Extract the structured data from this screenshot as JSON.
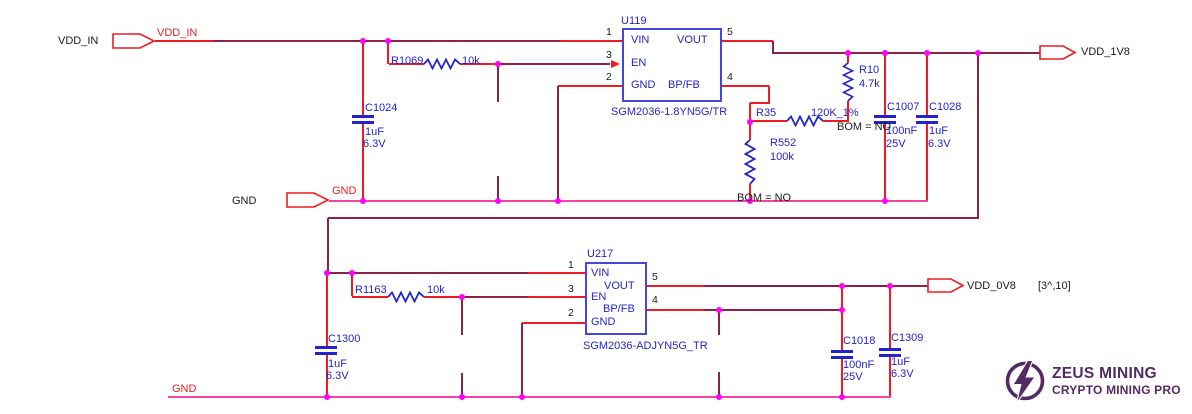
{
  "colors": {
    "wire_dark": "#8b2247",
    "wire_lead_red": "#ed1c24",
    "gnd_rail_pink": "#f4429f",
    "junction_magenta": "#ff00ff",
    "symbol_blue": "#2323cc",
    "ic_border_blue": "#4646d8",
    "text_black": "#1a1a1a",
    "logo_purple": "#532a63"
  },
  "ports": {
    "vdd_in": {
      "sheet_label": "VDD_IN",
      "net_label": "VDD_IN"
    },
    "gnd_top": {
      "sheet_label": "GND",
      "net_label": "GND"
    },
    "vdd_1v8": {
      "label": "VDD_1V8"
    },
    "vdd_0v8": {
      "label": "VDD_0V8",
      "ref_note": "[3^,10]"
    },
    "gnd_bottom": {
      "net_label": "GND"
    }
  },
  "ics": {
    "u119": {
      "ref": "U119",
      "part": "SGM2036-1.8YN5G/TR",
      "pins": {
        "vin": {
          "num": "1",
          "name": "VIN"
        },
        "en": {
          "num": "3",
          "name": "EN"
        },
        "gnd": {
          "num": "2",
          "name": "GND"
        },
        "vout": {
          "num": "5",
          "name": "VOUT"
        },
        "bpfb": {
          "num": "4",
          "name": "BP/FB"
        }
      }
    },
    "u217": {
      "ref": "U217",
      "part": "SGM2036-ADJYN5G_TR",
      "pins": {
        "vin": {
          "num": "1",
          "name": "VIN"
        },
        "en": {
          "num": "3",
          "name": "EN"
        },
        "gnd": {
          "num": "2",
          "name": "GND"
        },
        "vout": {
          "num": "5",
          "name": "VOUT"
        },
        "bpfb": {
          "num": "4",
          "name": "BP/FB"
        }
      }
    }
  },
  "resistors": {
    "r1069": {
      "ref": "R1069",
      "value": "10k"
    },
    "r10": {
      "ref": "R10",
      "value": "4.7k"
    },
    "r35": {
      "ref": "R35",
      "value": "120K_1%",
      "bom": "BOM = NO"
    },
    "r552": {
      "ref": "R552",
      "value": "100k",
      "bom": "BOM = NO"
    },
    "r1163": {
      "ref": "R1163",
      "value": "10k"
    }
  },
  "capacitors": {
    "c1024": {
      "ref": "C1024",
      "value": "1uF",
      "voltage": "6.3V"
    },
    "c1007": {
      "ref": "C1007",
      "value": "100nF",
      "voltage": "25V"
    },
    "c1028": {
      "ref": "C1028",
      "value": "1uF",
      "voltage": "6.3V"
    },
    "c1300": {
      "ref": "C1300",
      "value": "1uF",
      "voltage": "6.3V"
    },
    "c1018": {
      "ref": "C1018",
      "value": "100nF",
      "voltage": "25V"
    },
    "c1309": {
      "ref": "C1309",
      "value": "1uF",
      "voltage": "6.3V"
    }
  },
  "logo": {
    "line1": "ZEUS MINING",
    "line2": "CRYPTO MINING PRO"
  }
}
